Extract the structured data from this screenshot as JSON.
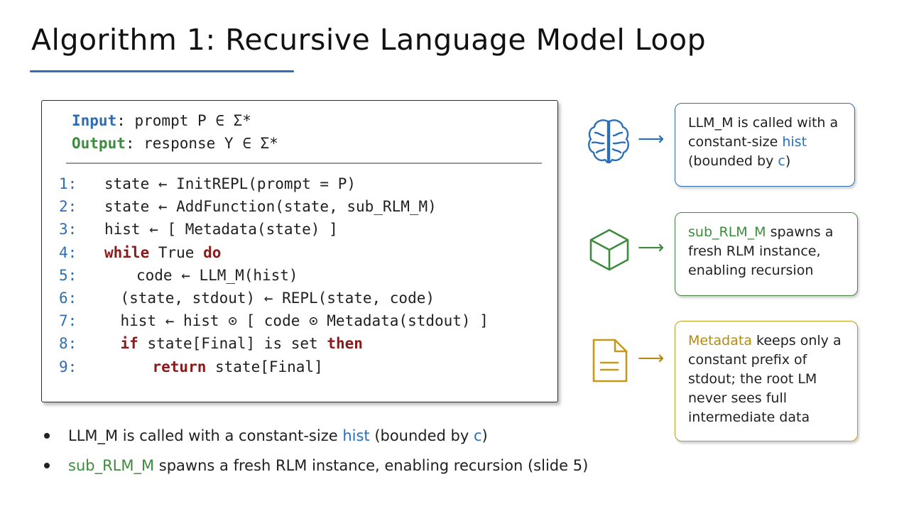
{
  "title": "Algorithm 1: Recursive Language Model Loop",
  "algorithm": {
    "input_label": "Input",
    "input_text": ": prompt P ∈ Σ*",
    "output_label": "Output",
    "output_text": ": response Y ∈ Σ*",
    "lines": [
      {
        "num": "1:",
        "indent": 0,
        "pre": "state ← InitREPL(prompt = P)",
        "kw": "",
        "post": "",
        "kw2": ""
      },
      {
        "num": "2:",
        "indent": 0,
        "pre": "state ← AddFunction(state, sub_RLM_M)",
        "kw": "",
        "post": "",
        "kw2": ""
      },
      {
        "num": "3:",
        "indent": 0,
        "pre": "hist ← [ Metadata(state) ]",
        "kw": "",
        "post": "",
        "kw2": ""
      },
      {
        "num": "4:",
        "indent": 0,
        "pre": "",
        "kw": "while",
        "post": " True ",
        "kw2": "do"
      },
      {
        "num": "5:",
        "indent": 2,
        "pre": "code ← LLM_M(hist)",
        "kw": "",
        "post": "",
        "kw2": ""
      },
      {
        "num": "6:",
        "indent": 1,
        "pre": "(state, stdout) ← REPL(state, code)",
        "kw": "",
        "post": "",
        "kw2": ""
      },
      {
        "num": "7:",
        "indent": 1,
        "pre": "hist ← hist ⊙ [ code ⊙ Metadata(stdout) ]",
        "kw": "",
        "post": "",
        "kw2": ""
      },
      {
        "num": "8:",
        "indent": 1,
        "pre": "",
        "kw": "if",
        "post": " state[Final] is set ",
        "kw2": "then"
      },
      {
        "num": "9:",
        "indent": 3,
        "pre": "",
        "kw": "return",
        "post": " state[Final]",
        "kw2": ""
      }
    ]
  },
  "notes": [
    {
      "icon": "brain-icon",
      "color": "#2b6fb8",
      "highlight": "LLM_M is called with a constant-size ",
      "hl_word": "hist",
      "tail": " (bounded by ",
      "hl2": "c",
      "end": ")"
    },
    {
      "icon": "cube-icon",
      "color": "#3e8a3e",
      "hl_word": "sub_RLM_M",
      "tail": " spawns a fresh RLM instance, enabling recursion"
    },
    {
      "icon": "document-icon",
      "color": "#c49a1c",
      "hl_word": "Metadata",
      "tail": " keeps only a constant prefix of stdout; the root LM never sees full intermediate data"
    }
  ],
  "bullets": [
    {
      "pre": "LLM_M is called with a constant-size ",
      "hl": "hist",
      "mid": " (bounded by ",
      "hl2": "c",
      "end": ")"
    },
    {
      "pre": "",
      "hl": "sub_RLM_M",
      "mid": " spawns a fresh RLM instance, enabling recursion (slide 5)",
      "hl2": "",
      "end": ""
    }
  ],
  "colors": {
    "blue": "#2b6fb8",
    "green": "#3e8a3e",
    "gold": "#c49a1c",
    "keyword": "#8b1a1a"
  }
}
